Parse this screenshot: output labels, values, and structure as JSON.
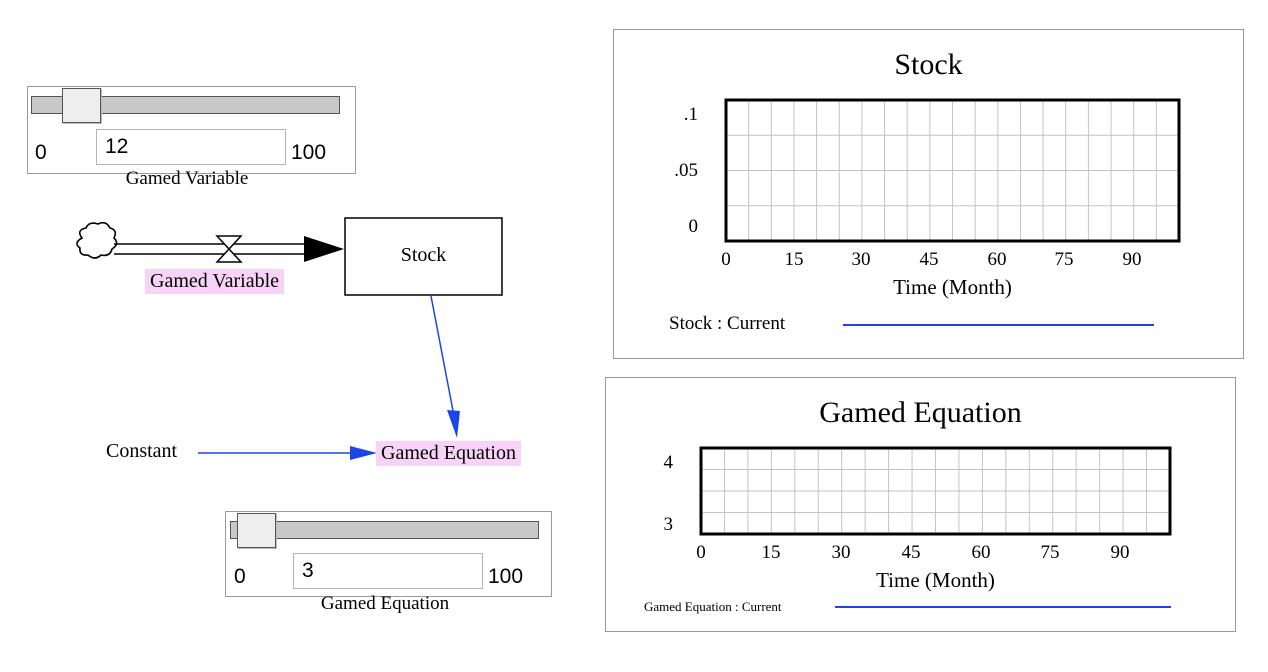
{
  "sliders": [
    {
      "min_label": "0",
      "max_label": "100",
      "value": "12",
      "level": 12,
      "caption": "Gamed Variable"
    },
    {
      "min_label": "0",
      "max_label": "100",
      "value": "3",
      "level": 3,
      "caption": "Gamed Equation"
    }
  ],
  "diagram": {
    "stock_label": "Stock",
    "flow_label": "Gamed Variable",
    "constant_label": "Constant",
    "equation_label": "Gamed Equation"
  },
  "graphs": [
    {
      "title": "Stock",
      "y_ticks": [
        ".1",
        ".05",
        "0"
      ],
      "x_ticks": [
        "0",
        "15",
        "30",
        "45",
        "60",
        "75",
        "90"
      ],
      "x_label": "Time (Month)",
      "legend": "Stock : Current"
    },
    {
      "title": "Gamed Equation",
      "y_ticks": [
        "4",
        "3"
      ],
      "x_ticks": [
        "0",
        "15",
        "30",
        "45",
        "60",
        "75",
        "90"
      ],
      "x_label": "Time (Month)",
      "legend": "Gamed Equation : Current"
    }
  ],
  "colors": {
    "link_arrow": "#1a46e8",
    "highlight": "#f7d3f7",
    "legend_line": "#1a46e8"
  }
}
